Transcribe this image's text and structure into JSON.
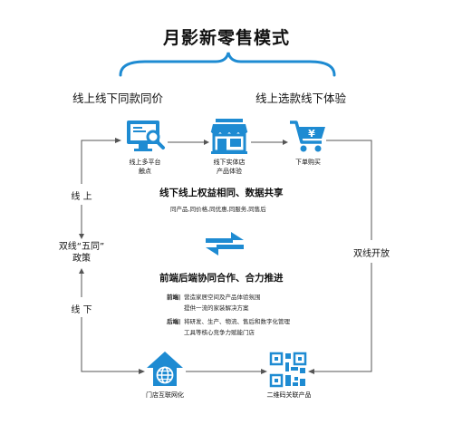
{
  "title": "月影新零售模式",
  "left_heading": "线上线下同款同价",
  "right_heading": "线上选款线下体验",
  "top_icons": [
    {
      "line1": "线上多平台",
      "line2": "触点",
      "icon": "monitor-search-icon"
    },
    {
      "line1": "线下实体店",
      "line2": "产品体验",
      "icon": "storefront-icon"
    },
    {
      "line1": "下单购买",
      "line2": "",
      "icon": "shopping-cart-icon"
    }
  ],
  "left_flow": {
    "online": "线 上",
    "policy_line1": "双线“五同”",
    "policy_line2": "政策",
    "offline": "线 下"
  },
  "right_flow": {
    "label": "双线开放"
  },
  "center": {
    "rights_title": "线下线上权益相同、数据共享",
    "rights_detail": "同产品,同价格,同优惠,同服务,同售后",
    "cooperation_title": "前端后端协同合作、合力推进",
    "front_label": "前端|",
    "front_line1": "营造家居空间及产品体验氛围",
    "front_line2": "提供一流的家装解决方案",
    "back_label": "后端|",
    "back_line1": "将研发、生产、物流、售后和数字化管理",
    "back_line2": "工具等核心竞争力赋能门店"
  },
  "bottom_icons": [
    {
      "label": "门店互联网化",
      "icon": "globe-house-icon"
    },
    {
      "label": "二维码关联产品",
      "icon": "qr-code-icon"
    }
  ],
  "colors": {
    "accent": "#1e8bd2",
    "line": "#555555"
  }
}
